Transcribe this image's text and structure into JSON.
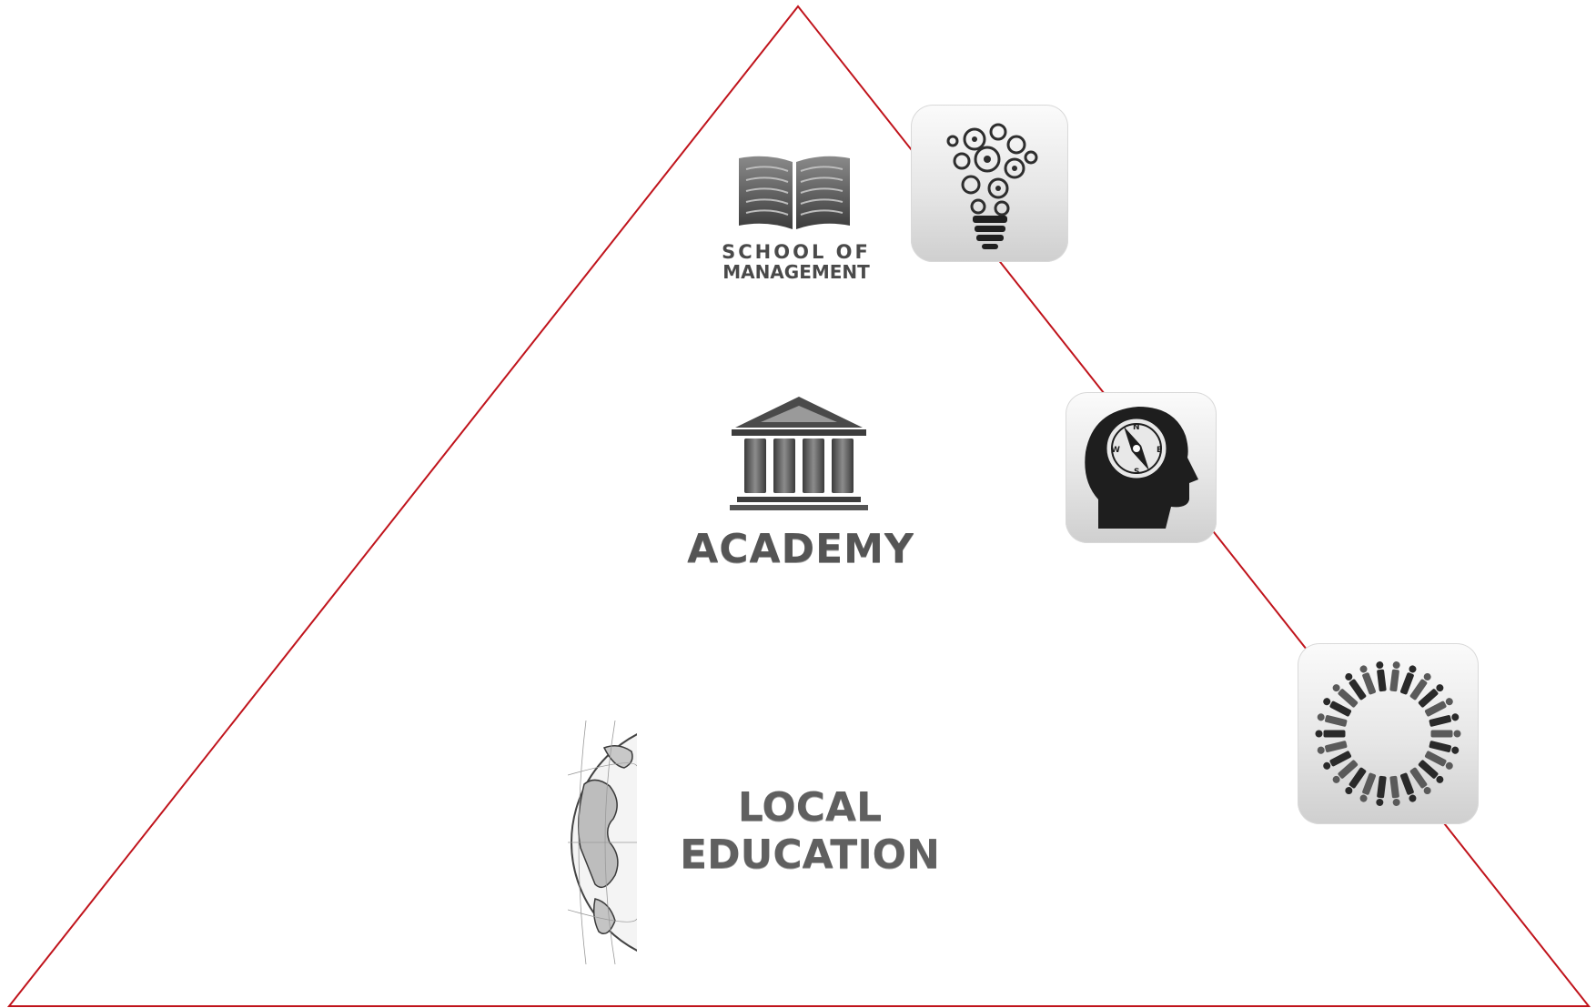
{
  "diagram": {
    "tiers": [
      {
        "label_line1": "SCHOOL OF",
        "label_line2": "MANAGEMENT",
        "emblem": "open-book-icon",
        "side_icon": "lightbulb-gears-icon"
      },
      {
        "label": "ACADEMY",
        "emblem": "classical-building-icon",
        "side_icon": "head-compass-icon"
      },
      {
        "label_line1": "LOCAL",
        "label_line2": "EDUCATION",
        "emblem": "globe-icon",
        "side_icon": "people-circle-icon"
      }
    ],
    "colors": {
      "triangle_outline": "#c0141c",
      "label_gray": "#555555",
      "tile_light": "#f5f5f5",
      "tile_dark": "#cfcfcf"
    }
  }
}
